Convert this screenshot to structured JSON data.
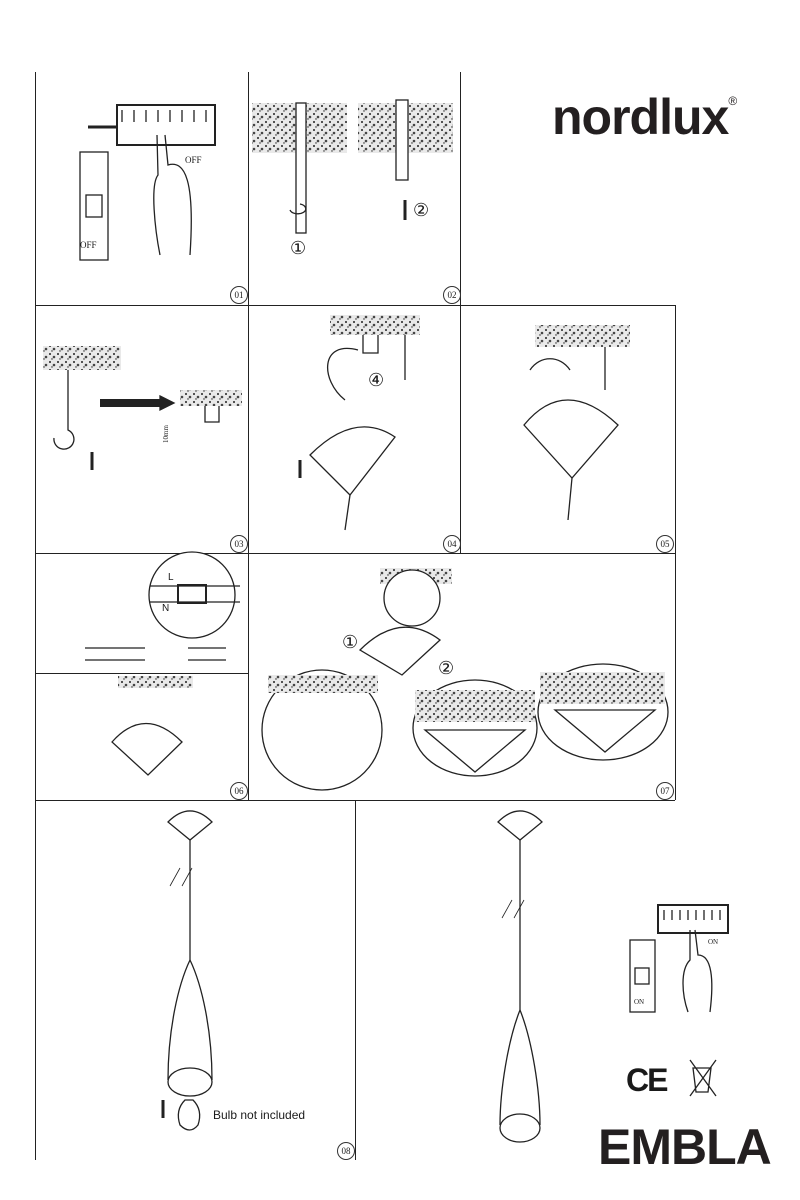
{
  "brand": {
    "logo": "nordlux",
    "registered": "®"
  },
  "product": {
    "name": "EMBLA",
    "ce_mark": "CE",
    "weee_icon": "crossed-bin-icon"
  },
  "steps": [
    {
      "number": "01",
      "labels": {
        "breaker": "OFF",
        "switch": "OFF"
      }
    },
    {
      "number": "02",
      "labels": {
        "step1": "①",
        "step2": "②"
      }
    },
    {
      "number": "03",
      "labels": {
        "measure": "10mm"
      }
    },
    {
      "number": "04",
      "labels": {
        "step": "④"
      }
    },
    {
      "number": "05"
    },
    {
      "number": "06",
      "labels": {
        "live": "L",
        "neutral": "N"
      }
    },
    {
      "number": "07",
      "labels": {
        "step1": "①",
        "step2": "②"
      }
    },
    {
      "number": "08",
      "labels": {
        "bulb_note": "Bulb not included"
      }
    }
  ],
  "final": {
    "breaker": "ON",
    "switch": "ON"
  }
}
